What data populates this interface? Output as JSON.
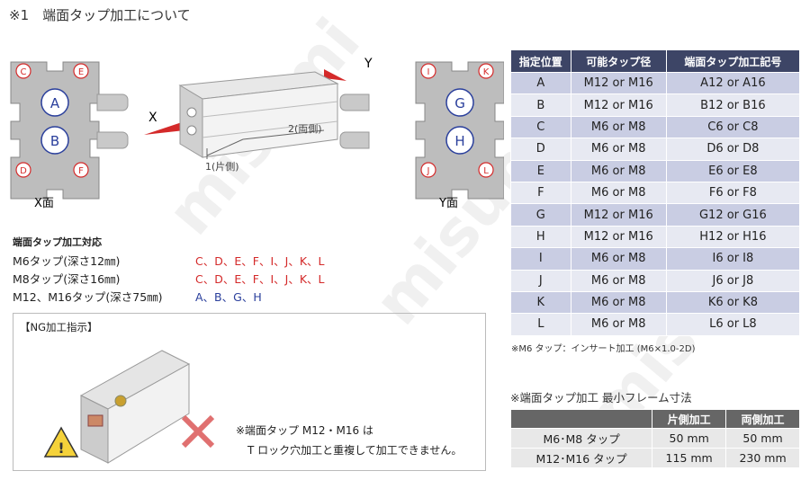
{
  "title": "※1　端面タップ加工について",
  "diagram": {
    "x_face_label": "X面",
    "y_face_label": "Y面",
    "x_axis": "X",
    "y_axis": "Y",
    "one_side": "1(片側)",
    "both_sides": "2(両側)",
    "x_face_letters": {
      "top_left": "C",
      "top_right": "E",
      "bottom_left": "D",
      "bottom_right": "F",
      "center_top": "A",
      "center_bottom": "B"
    },
    "y_face_letters": {
      "top_left": "I",
      "top_right": "K",
      "bottom_left": "J",
      "bottom_right": "L",
      "center_top": "G",
      "center_bottom": "H"
    }
  },
  "support": {
    "title": "端面タップ加工対応",
    "rows": [
      {
        "label": "M6タップ(深さ12㎜)",
        "value": "C、D、E、F、I、J、K、L",
        "color": "#d42a2a"
      },
      {
        "label": "M8タップ(深さ16㎜)",
        "value": "C、D、E、F、I、J、K、L",
        "color": "#d42a2a"
      },
      {
        "label": "M12、M16タップ(深さ75㎜)",
        "value": "A、B、G、H",
        "color": "#2a3f9c"
      }
    ]
  },
  "ng": {
    "title": "【NG加工指示】",
    "text1": "※端面タップ M12・M16 は",
    "text2": "T ロック穴加工と重複して加工できません。"
  },
  "spec_table": {
    "headers": [
      "指定位置",
      "可能タップ径",
      "端面タップ加工記号"
    ],
    "rows": [
      [
        "A",
        "M12 or M16",
        "A12 or A16"
      ],
      [
        "B",
        "M12 or M16",
        "B12 or B16"
      ],
      [
        "C",
        "M6 or M8",
        "C6 or C8"
      ],
      [
        "D",
        "M6 or M8",
        "D6 or D8"
      ],
      [
        "E",
        "M6 or M8",
        "E6 or E8"
      ],
      [
        "F",
        "M6 or M8",
        "F6 or F8"
      ],
      [
        "G",
        "M12 or M16",
        "G12 or G16"
      ],
      [
        "H",
        "M12 or M16",
        "H12 or H16"
      ],
      [
        "I",
        "M6 or M8",
        "I6 or I8"
      ],
      [
        "J",
        "M6 or M8",
        "J6 or J8"
      ],
      [
        "K",
        "M6 or M8",
        "K6 or K8"
      ],
      [
        "L",
        "M6 or M8",
        "L6 or L8"
      ]
    ],
    "note": "※M6 タップ：インサート加工 (M6×1.0-2D)"
  },
  "frame_table": {
    "title": "※端面タップ加工  最小フレーム寸法",
    "headers": [
      "",
      "片側加工",
      "両側加工"
    ],
    "rows": [
      [
        "M6･M8 タップ",
        "50 mm",
        "50 mm"
      ],
      [
        "M12･M16 タップ",
        "115 mm",
        "230 mm"
      ]
    ]
  },
  "watermark": "misumi",
  "colors": {
    "header_blue": "#3d4566",
    "row_a": "#c9cde3",
    "row_b": "#e7e9f2",
    "red": "#d42a2a",
    "blue": "#2a3f9c"
  }
}
